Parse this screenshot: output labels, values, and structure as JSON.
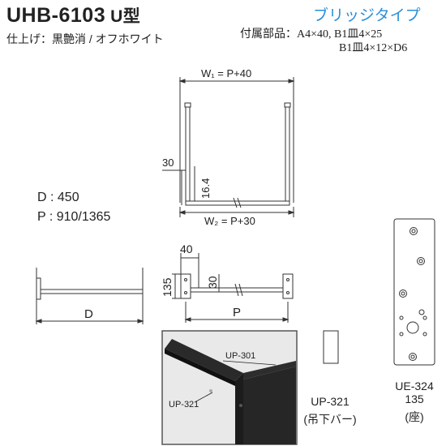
{
  "product": {
    "model": "UHB-6103",
    "type_label": "U型",
    "finish": "仕上げ：黒艶消 / オフホワイト",
    "series": "ブリッジタイプ"
  },
  "accessories": {
    "line1": "付属部品：A4×40, B1皿4×25",
    "line2": "B1皿4×12×D6"
  },
  "dimensions": {
    "depth": "D : 450",
    "pitch": "P : 910/1365"
  },
  "front_view": {
    "w1": "W₁ = P+40",
    "w2": "W₂ = P+30",
    "dim_30": "30",
    "dim_16_4": "16.4"
  },
  "side_view": {
    "d_label": "D"
  },
  "bottom_view": {
    "dim_40": "40",
    "dim_135": "135",
    "dim_30": "30",
    "p_label": "P"
  },
  "photo": {
    "callout_up301": "UP-301",
    "callout_up321": "UP-321"
  },
  "parts": {
    "bar_code": "UP-321",
    "bar_desc": "(吊下バー)",
    "seat_code": "UE-324",
    "seat_size": "135",
    "seat_desc": "(座)"
  }
}
